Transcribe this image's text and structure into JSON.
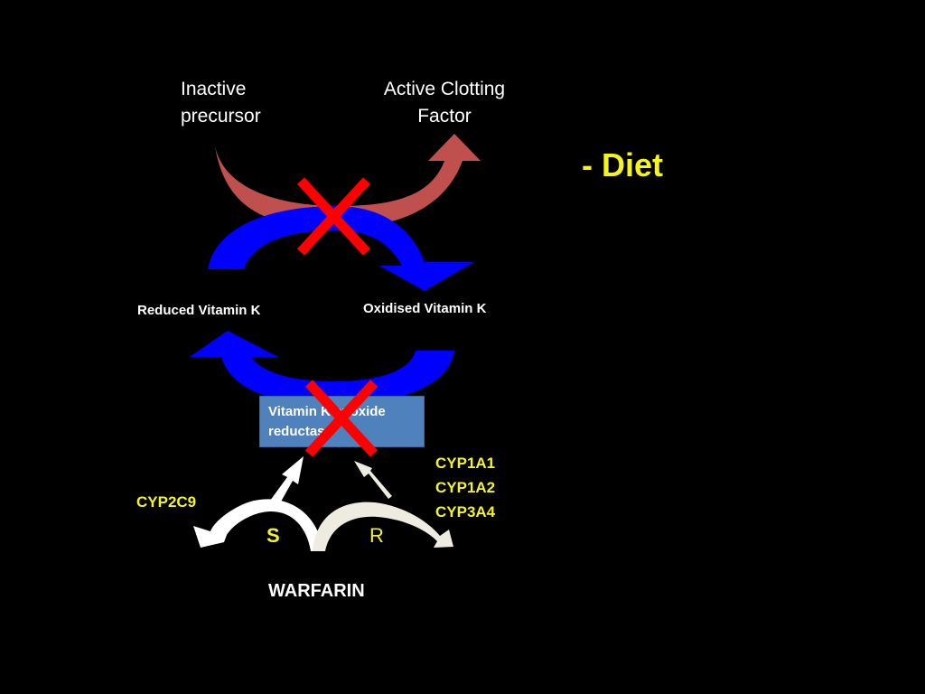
{
  "labels": {
    "inactive_precursor": [
      "Inactive",
      "precursor"
    ],
    "active_clotting_factor": [
      "Active Clotting",
      "Factor"
    ],
    "diet": "- Diet",
    "reduced_vitamin_k": "Reduced Vitamin K",
    "oxidised_vitamin_k": "Oxidised Vitamin K",
    "enzyme": [
      "Vitamin K epoxide",
      "reductase"
    ],
    "cyp2c9": "CYP2C9",
    "cyp_list": [
      "CYP1A1",
      "CYP1A2",
      "CYP3A4"
    ],
    "s_enantiomer": "S",
    "r_enantiomer": "R",
    "warfarin": "WARFARIN"
  },
  "colors": {
    "background": "#000000",
    "top_arrow": "#c0504d",
    "vitamin_cycle_arrow": "#0000ff",
    "enzyme_box": "#4f81bd",
    "inhibition_cross": "#ff0000",
    "s_arrow": "#ffffff",
    "r_arrow": "#eeece1",
    "highlight_text": "#f5f51a",
    "text": "#ffffff"
  }
}
